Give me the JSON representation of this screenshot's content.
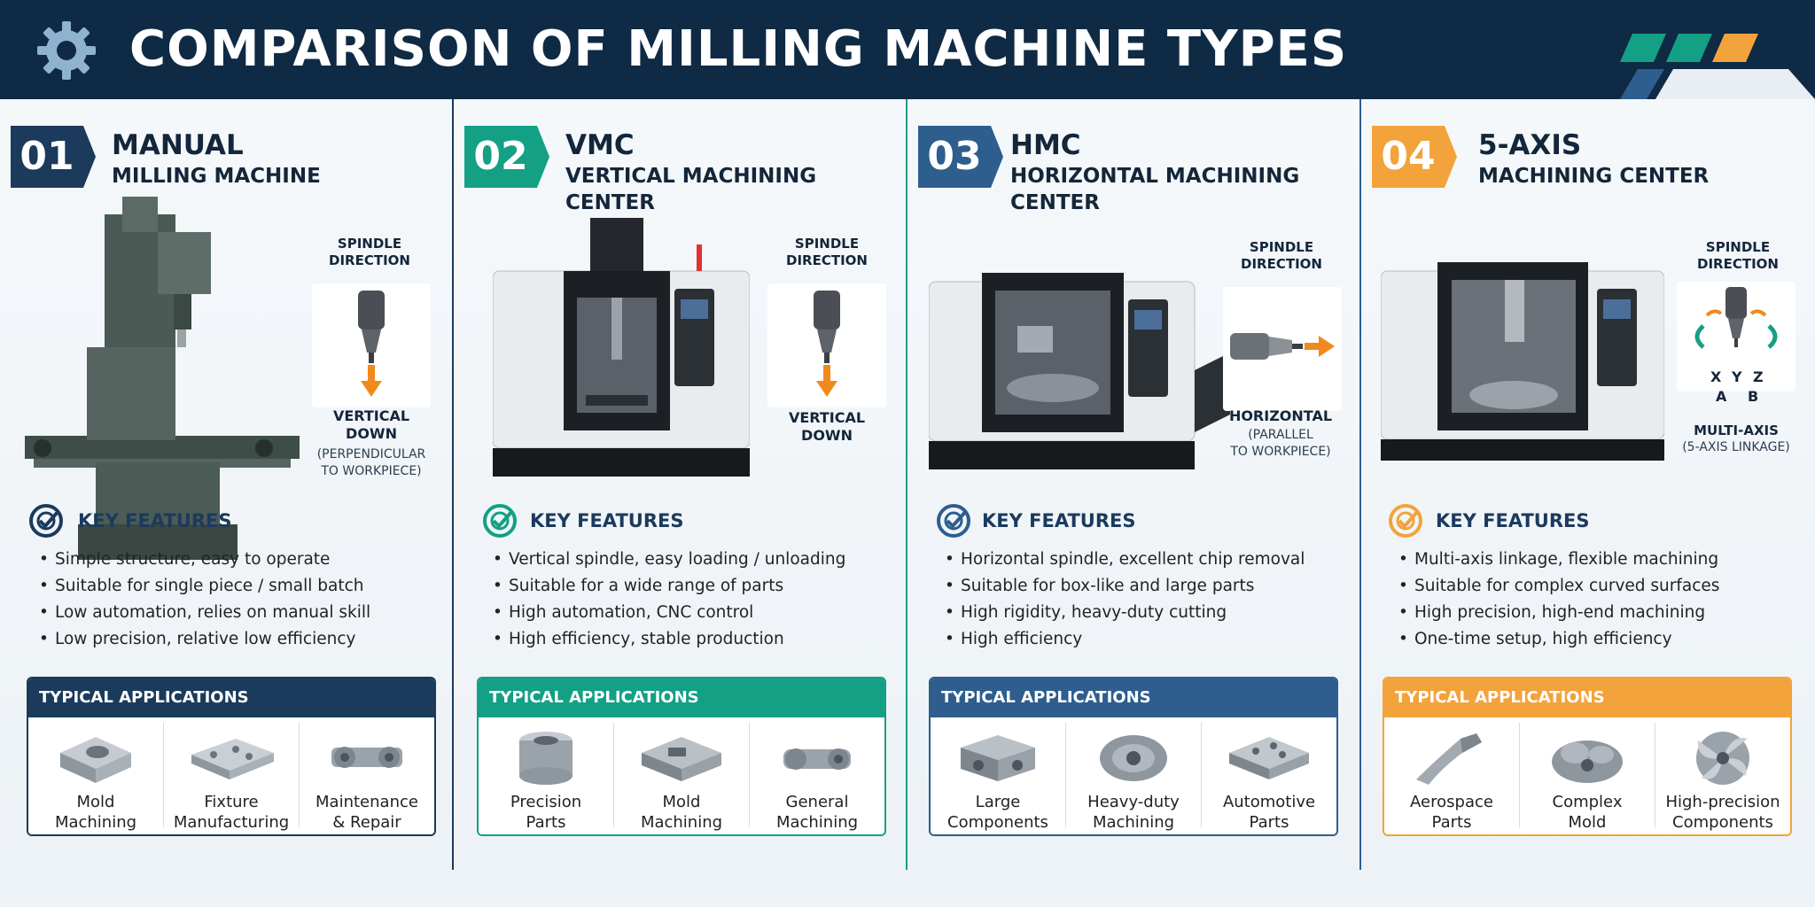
{
  "header": {
    "title": "COMPARISON OF MILLING MACHINE TYPES"
  },
  "colors": {
    "navy": "#1b3a5c",
    "teal": "#14a085",
    "blue": "#2d5e8e",
    "orange": "#f3a33b"
  },
  "columns": [
    {
      "number": "01",
      "name": "MANUAL",
      "subtitle": "MILLING MACHINE",
      "accent": "#1b3a5c",
      "spindle_label": [
        "SPINDLE",
        "DIRECTION"
      ],
      "direction": [
        "VERTICAL",
        "DOWN"
      ],
      "direction_note": [
        "(PERPENDICULAR",
        "TO WORKPIECE)"
      ],
      "features_title": "KEY FEATURES",
      "features": [
        "Simple structure, easy to operate",
        "Suitable for single piece / small batch",
        "Low automation, relies on manual skill",
        "Low precision, relative low efficiency"
      ],
      "apps_title": "TYPICAL APPLICATIONS",
      "apps": [
        [
          "Mold",
          "Machining"
        ],
        [
          "Fixture",
          "Manufacturing"
        ],
        [
          "Maintenance",
          "& Repair"
        ]
      ]
    },
    {
      "number": "02",
      "name": "VMC",
      "subtitle": "VERTICAL MACHINING CENTER",
      "accent": "#14a085",
      "spindle_label": [
        "SPINDLE",
        "DIRECTION"
      ],
      "direction": [
        "VERTICAL",
        "DOWN"
      ],
      "direction_note": [
        "",
        ""
      ],
      "features_title": "KEY FEATURES",
      "features": [
        "Vertical spindle, easy loading / unloading",
        "Suitable for a wide range of parts",
        "High automation, CNC control",
        "High efficiency, stable production"
      ],
      "apps_title": "TYPICAL APPLICATIONS",
      "apps": [
        [
          "Precision",
          "Parts"
        ],
        [
          "Mold",
          "Machining"
        ],
        [
          "General",
          "Machining"
        ]
      ]
    },
    {
      "number": "03",
      "name": "HMC",
      "subtitle": "HORIZONTAL MACHINING CENTER",
      "accent": "#2d5e8e",
      "spindle_label": [
        "SPINDLE",
        "DIRECTION"
      ],
      "direction": [
        "HORIZONTAL",
        ""
      ],
      "direction_note": [
        "(PARALLEL",
        "TO WORKPIECE)"
      ],
      "features_title": "KEY FEATURES",
      "features": [
        "Horizontal spindle, excellent chip removal",
        "Suitable for box-like and large parts",
        "High rigidity, heavy-duty cutting",
        "High efficiency"
      ],
      "apps_title": "TYPICAL APPLICATIONS",
      "apps": [
        [
          "Large",
          "Components"
        ],
        [
          "Heavy-duty",
          "Machining"
        ],
        [
          "Automotive",
          "Parts"
        ]
      ]
    },
    {
      "number": "04",
      "name": "5-AXIS",
      "subtitle": "MACHINING CENTER",
      "accent": "#f3a33b",
      "spindle_label": [
        "SPINDLE",
        "DIRECTION"
      ],
      "axes": [
        "X",
        "Y",
        "Z",
        "A",
        "B"
      ],
      "direction": [
        "MULTI-AXIS",
        ""
      ],
      "direction_note": [
        "(5-AXIS LINKAGE)",
        ""
      ],
      "features_title": "KEY FEATURES",
      "features": [
        "Multi-axis linkage, flexible machining",
        "Suitable for complex curved surfaces",
        "High precision, high-end machining",
        "One-time setup, high efficiency"
      ],
      "apps_title": "TYPICAL APPLICATIONS",
      "apps": [
        [
          "Aerospace",
          "Parts"
        ],
        [
          "Complex",
          "Mold"
        ],
        [
          "High-precision",
          "Components"
        ]
      ]
    }
  ]
}
